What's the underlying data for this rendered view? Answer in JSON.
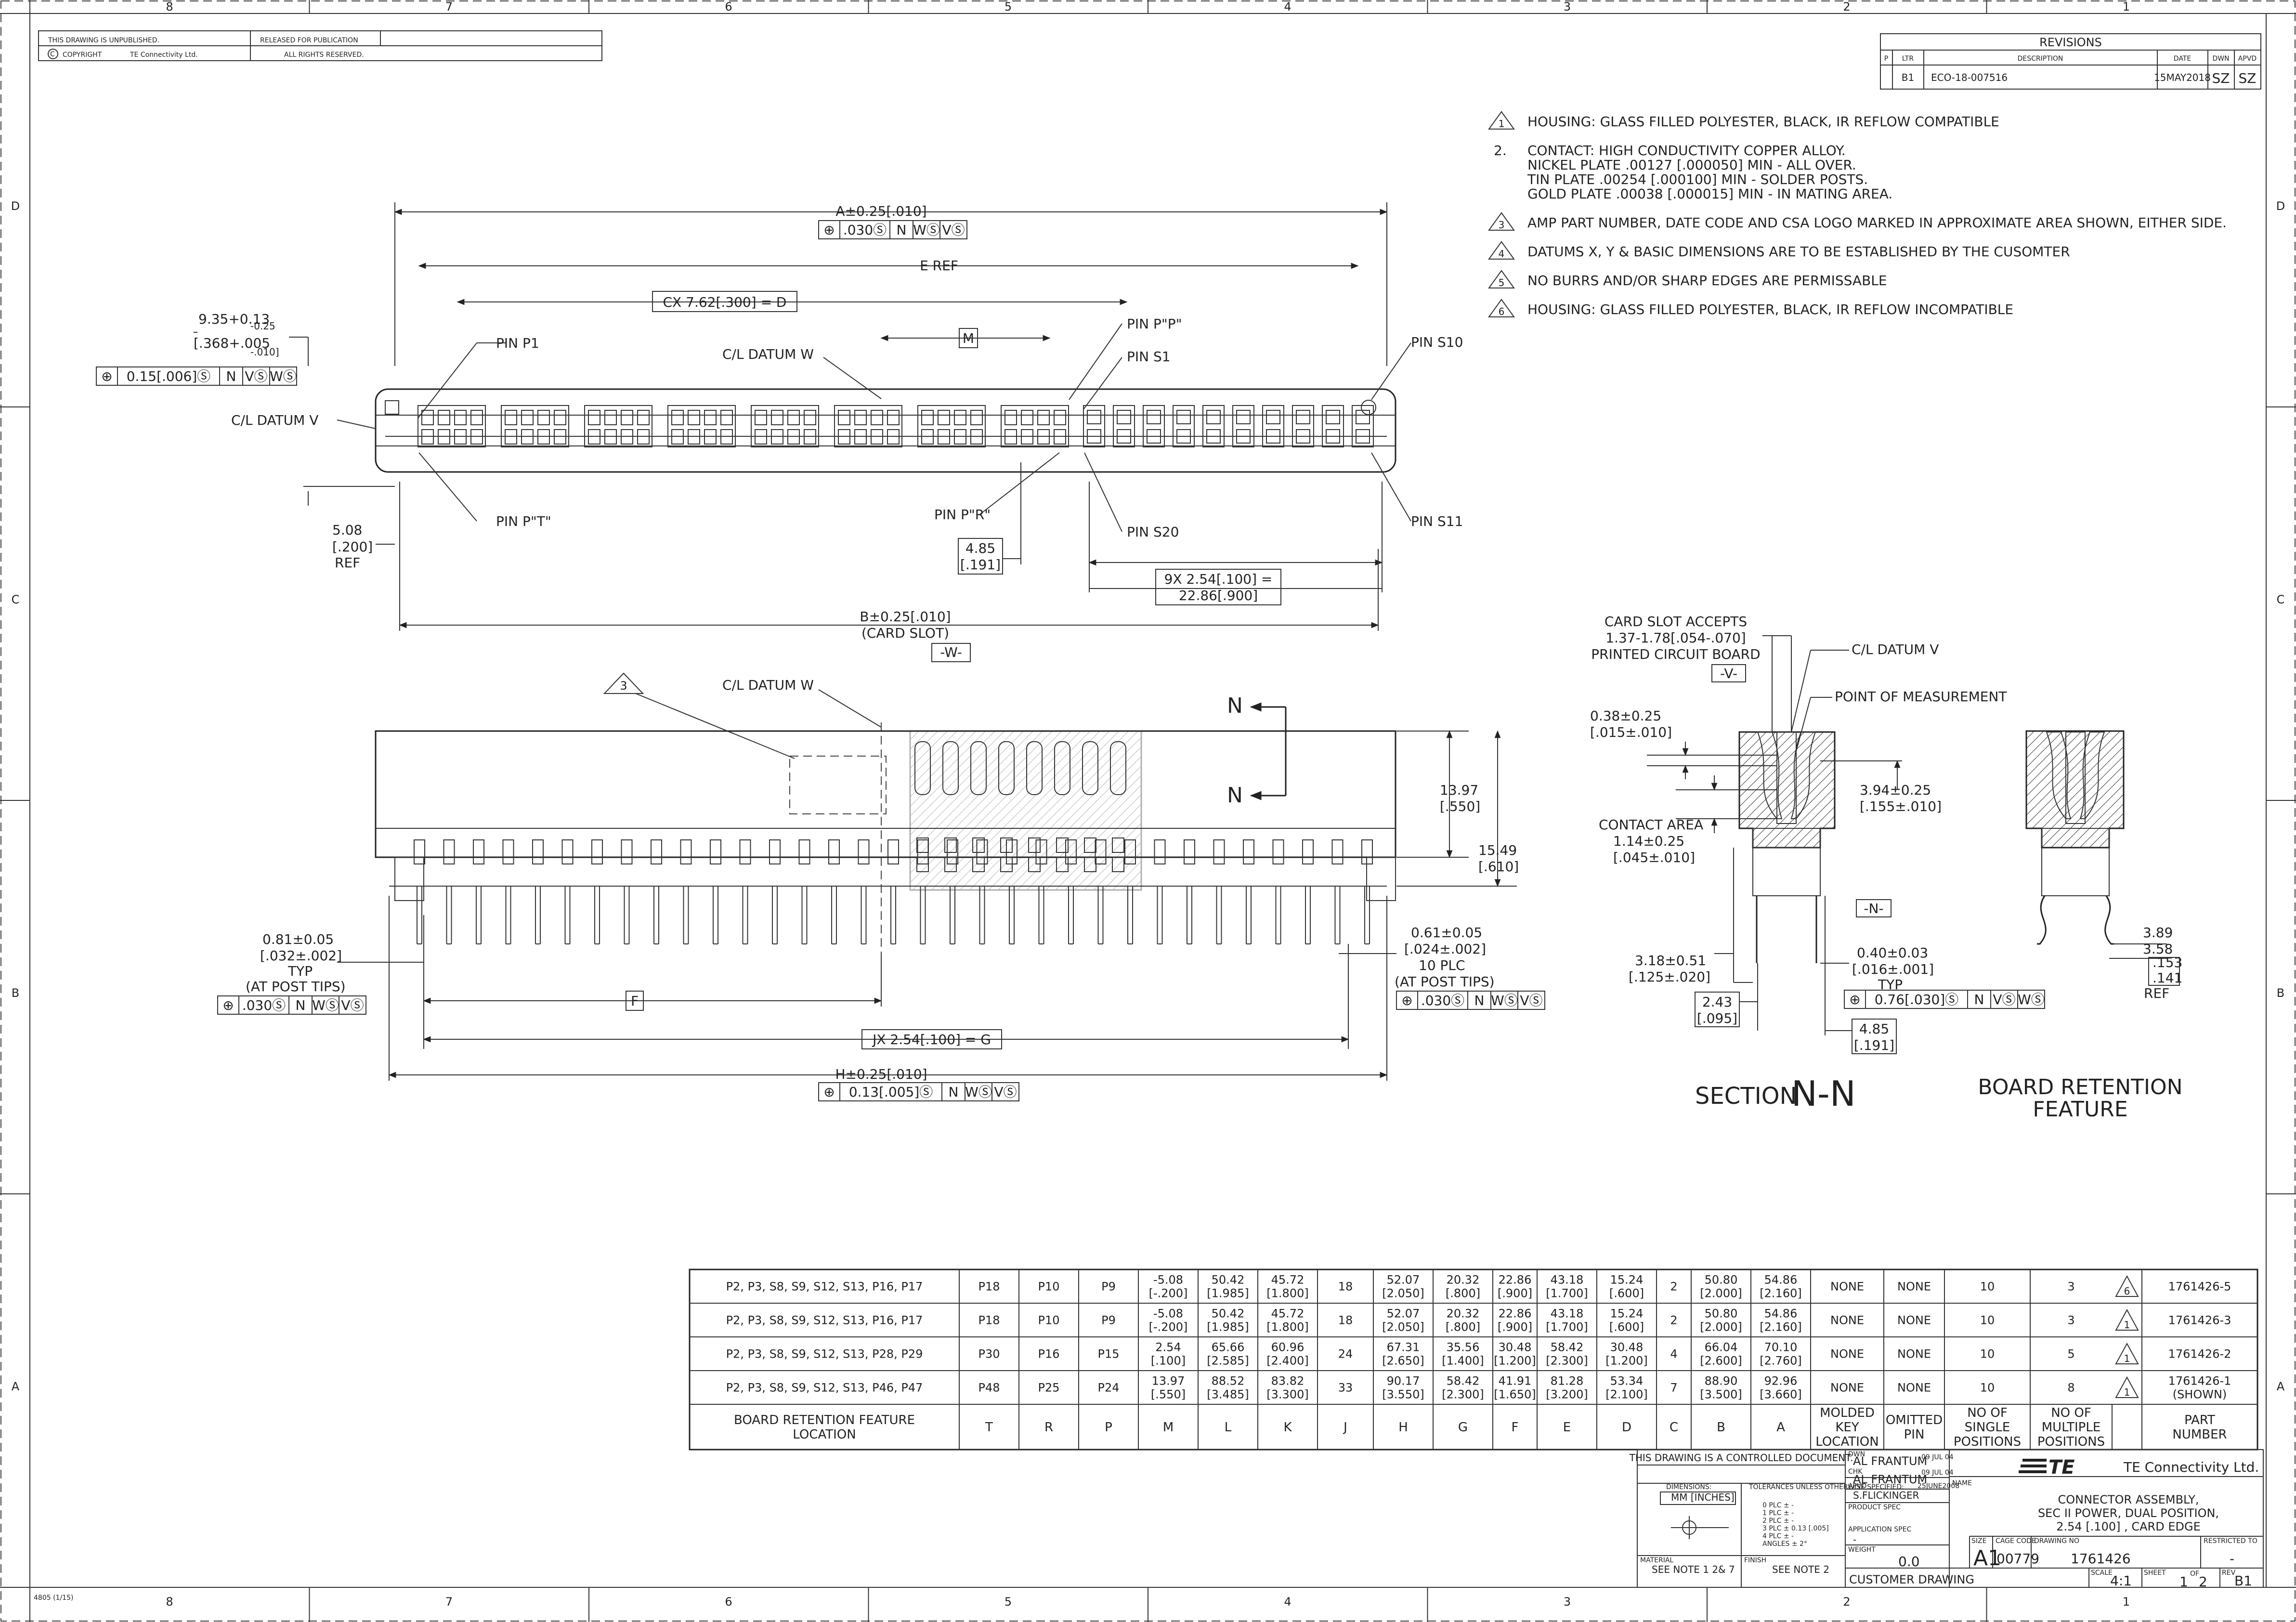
{
  "border": {
    "top_zones": [
      "8",
      "7",
      "6",
      "5",
      "4",
      "3",
      "2",
      "1"
    ],
    "side_zones": [
      "D",
      "C",
      "B",
      "A"
    ],
    "unpublished": "THIS DRAWING IS UNPUBLISHED.",
    "released": "RELEASED FOR PUBLICATION",
    "copyright": "COPYRIGHT",
    "copyright_owner": "TE Connectivity Ltd.",
    "rights": "ALL RIGHTS RESERVED.",
    "form_id": "4805 (1/15)"
  },
  "revisions": {
    "title": "REVISIONS",
    "headers": [
      "P",
      "LTR",
      "DESCRIPTION",
      "DATE",
      "DWN",
      "APVD"
    ],
    "row": [
      "",
      "B1",
      "ECO-18-007516",
      "15MAY2018",
      "SZ",
      "SZ"
    ]
  },
  "notes": [
    {
      "num": "1",
      "flag": true,
      "text": "HOUSING: GLASS FILLED POLYESTER, BLACK, IR REFLOW COMPATIBLE"
    },
    {
      "num": "2.",
      "flag": false,
      "text": "CONTACT: HIGH CONDUCTIVITY COPPER ALLOY."
    },
    {
      "num": "",
      "flag": false,
      "text": "NICKEL PLATE .00127 [.000050] MIN - ALL OVER."
    },
    {
      "num": "",
      "flag": false,
      "text": "TIN PLATE .00254 [.000100] MIN - SOLDER POSTS."
    },
    {
      "num": "",
      "flag": false,
      "text": "GOLD PLATE .00038 [.000015] MIN - IN MATING AREA."
    },
    {
      "num": "3",
      "flag": true,
      "text": "AMP PART NUMBER, DATE CODE AND CSA LOGO MARKED IN APPROXIMATE AREA SHOWN, EITHER SIDE."
    },
    {
      "num": "4",
      "flag": true,
      "text": "DATUMS X, Y & BASIC DIMENSIONS ARE TO BE ESTABLISHED BY THE CUSOMTER"
    },
    {
      "num": "5",
      "flag": true,
      "text": "NO BURRS AND/OR SHARP EDGES ARE PERMISSABLE"
    },
    {
      "num": "6",
      "flag": true,
      "text": "HOUSING: GLASS FILLED POLYESTER, BLACK, IR REFLOW INCOMPATIBLE"
    }
  ],
  "top_view": {
    "dim_a": "A±0.25[.010]",
    "fcf_a": [
      "⊕",
      ".030Ⓢ",
      "N",
      "WⓈ",
      "VⓈ"
    ],
    "e_ref": "E REF",
    "cx": "CX 7.62[.300] = D",
    "m_box": "M",
    "h_dim_1": "9.35+0.13",
    "h_dim_2": "-0.25",
    "h_dim_3": "[.368+.005",
    "h_dim_4": "-.010]",
    "fcf_left": [
      "⊕",
      "0.15[.006]Ⓢ",
      "N",
      "VⓈ",
      "WⓈ"
    ],
    "pin_p1": "PIN P1",
    "cl_datum_w": "C/L DATUM W",
    "pin_pp": "PIN P\"P\"",
    "pin_s1": "PIN S1",
    "pin_s10": "PIN S10",
    "cl_datum_v": "C/L DATUM V",
    "pin_pt": "PIN P\"T\"",
    "pin_pr": "PIN P\"R\"",
    "pin_s20": "PIN S20",
    "pin_s11": "PIN S11",
    "d508_a": "5.08",
    "d508_b": "[.200]",
    "d508_c": "REF",
    "d485_a": "4.85",
    "d485_b": "[.191]",
    "d9x_a": "9X 2.54[.100] =",
    "d9x_b": "22.86[.900]",
    "dim_b": "B±0.25[.010]",
    "card_slot": "(CARD SLOT)",
    "datum_w": "-W-"
  },
  "front_view": {
    "flag_3": "3",
    "cl_datum_w": "C/L DATUM W",
    "n_label": "N",
    "d1397_a": "13.97",
    "d1397_b": "[.550]",
    "d1549_a": "15.49",
    "d1549_b": "[.610]",
    "d081_a": "0.81±0.05",
    "d081_b": "[.032±.002]",
    "d081_c": "TYP",
    "d081_d": "(AT POST TIPS)",
    "fcf_post": [
      "⊕",
      ".030Ⓢ",
      "N",
      "WⓈ",
      "VⓈ"
    ],
    "d061_a": "0.61±0.05",
    "d061_b": "[.024±.002]",
    "d061_c": "10 PLC",
    "d061_d": "(AT POST TIPS)",
    "fcf_post2": [
      "⊕",
      ".030Ⓢ",
      "N",
      "WⓈ",
      "VⓈ"
    ],
    "f_box": "F",
    "jx": "JX 2.54[.100] = G",
    "dim_h": "H±0.25[.010]",
    "fcf_h": [
      "⊕",
      "0.13[.005]Ⓢ",
      "N",
      "WⓈ",
      "VⓈ"
    ]
  },
  "section": {
    "card_a": "CARD SLOT ACCEPTS",
    "card_b": "1.37-1.78[.054-.070]",
    "card_c": "PRINTED CIRCUIT BOARD",
    "datum_v": "-V-",
    "cl_datum_v": "C/L DATUM V",
    "point": "POINT OF MEASUREMENT",
    "d038_a": "0.38±0.25",
    "d038_b": "[.015±.010]",
    "d394_a": "3.94±0.25",
    "d394_b": "[.155±.010]",
    "contact_a": "CONTACT AREA",
    "contact_b": "1.14±0.25",
    "contact_c": "[.045±.010]",
    "datum_n": "-N-",
    "d318_a": "3.18±0.51",
    "d318_b": "[.125±.020]",
    "d040_a": "0.40±0.03",
    "d040_b": "[.016±.001]",
    "d040_c": "TYP",
    "fcf_sec": [
      "⊕",
      "0.76[.030]Ⓢ",
      "N",
      "VⓈ",
      "WⓈ"
    ],
    "d243_a": "2.43",
    "d243_b": "[.095]",
    "d485_a": "4.85",
    "d485_b": "[.191]",
    "title_a": "SECTION",
    "title_b": "N-N"
  },
  "retention": {
    "d389": "3.89",
    "d358": "3.58",
    "d153": ".153",
    "d141": ".141",
    "ref": "REF",
    "title_a": "BOARD RETENTION",
    "title_b": "FEATURE"
  },
  "table": {
    "rows": [
      [
        "P2, P3, S8, S9, S12, S13, P16, P17",
        "P18",
        "P10",
        "P9",
        "-5.08\n[-.200]",
        "50.42\n[1.985]",
        "45.72\n[1.800]",
        "18",
        "52.07\n[2.050]",
        "20.32\n[.800]",
        "22.86\n[.900]",
        "43.18\n[1.700]",
        "15.24\n[.600]",
        "2",
        "50.80\n[2.000]",
        "54.86\n[2.160]",
        "NONE",
        "NONE",
        "10",
        "3",
        "6",
        "1761426-5"
      ],
      [
        "P2, P3, S8, S9, S12, S13, P16, P17",
        "P18",
        "P10",
        "P9",
        "-5.08\n[-.200]",
        "50.42\n[1.985]",
        "45.72\n[1.800]",
        "18",
        "52.07\n[2.050]",
        "20.32\n[.800]",
        "22.86\n[.900]",
        "43.18\n[1.700]",
        "15.24\n[.600]",
        "2",
        "50.80\n[2.000]",
        "54.86\n[2.160]",
        "NONE",
        "NONE",
        "10",
        "3",
        "1",
        "1761426-3"
      ],
      [
        "P2, P3, S8, S9, S12, S13, P28, P29",
        "P30",
        "P16",
        "P15",
        "2.54\n[.100]",
        "65.66\n[2.585]",
        "60.96\n[2.400]",
        "24",
        "67.31\n[2.650]",
        "35.56\n[1.400]",
        "30.48\n[1.200]",
        "58.42\n[2.300]",
        "30.48\n[1.200]",
        "4",
        "66.04\n[2.600]",
        "70.10\n[2.760]",
        "NONE",
        "NONE",
        "10",
        "5",
        "1",
        "1761426-2"
      ],
      [
        "P2, P3, S8, S9, S12, S13, P46, P47",
        "P48",
        "P25",
        "P24",
        "13.97\n[.550]",
        "88.52\n[3.485]",
        "83.82\n[3.300]",
        "33",
        "90.17\n[3.550]",
        "58.42\n[2.300]",
        "41.91\n[1.650]",
        "81.28\n[3.200]",
        "53.34\n[2.100]",
        "7",
        "88.90\n[3.500]",
        "92.96\n[3.660]",
        "NONE",
        "NONE",
        "10",
        "8",
        "1",
        "1761426-1\n(SHOWN)"
      ]
    ],
    "headers": [
      "BOARD RETENTION FEATURE\nLOCATION",
      "T",
      "R",
      "P",
      "M",
      "L",
      "K",
      "J",
      "H",
      "G",
      "F",
      "E",
      "D",
      "C",
      "B",
      "A",
      "MOLDED\nKEY\nLOCATION",
      "OMITTED\nPIN",
      "NO OF\nSINGLE\nPOSITIONS",
      "NO OF\nMULTIPLE\nPOSITIONS",
      "",
      "PART\nNUMBER"
    ]
  },
  "title_block": {
    "controlled": "THIS DRAWING IS A CONTROLLED DOCUMENT.",
    "dwn_label": "DWN",
    "dwn_name": "AL FRANTUM",
    "dwn_date": "09 JUL 04",
    "chk_label": "CHK",
    "chk_name": "AL FRANTUM",
    "chk_date": "09 JUL 04",
    "apvd_label": "APVD",
    "apvd_name": "S.FLICKINGER",
    "apvd_date": "25JUNE2008",
    "dimensions": "DIMENSIONS:",
    "units": "MM [INCHES]",
    "tolerances": "TOLERANCES UNLESS OTHERWISE SPECIFIED:",
    "tol_lines": [
      "0 PLC  ± -",
      "1 PLC  ± -",
      "2 PLC  ± -",
      "3 PLC  ± 0.13 [.005]",
      "4 PLC  ± -",
      "ANGLES  ± 2°"
    ],
    "product_spec": "PRODUCT SPEC",
    "application_spec": "APPLICATION SPEC",
    "application_val": "-",
    "weight": "WEIGHT",
    "weight_val": "0.0",
    "material": "MATERIAL",
    "material_val": "SEE NOTE 1 2& 7",
    "finish": "FINISH",
    "finish_val": "SEE NOTE 2",
    "company": "TE Connectivity Ltd.",
    "logo": "TE",
    "name_label": "NAME",
    "name_1": "CONNECTOR ASSEMBLY,",
    "name_2": "SEC II POWER, DUAL POSITION,",
    "name_3": "2.54 [.100] , CARD EDGE",
    "size_label": "SIZE",
    "size": "A1",
    "cage_label": "CAGE CODE",
    "cage": "00779",
    "drawing_no_label": "DRAWING NO",
    "drawing_no": "1761426",
    "restricted_label": "RESTRICTED TO",
    "restricted": "-",
    "customer": "CUSTOMER DRAWING",
    "scale_label": "SCALE",
    "scale": "4:1",
    "sheet_label": "SHEET",
    "sheet": "1",
    "of": "OF",
    "sheets": "2",
    "rev_label": "REV",
    "rev": "B1"
  }
}
